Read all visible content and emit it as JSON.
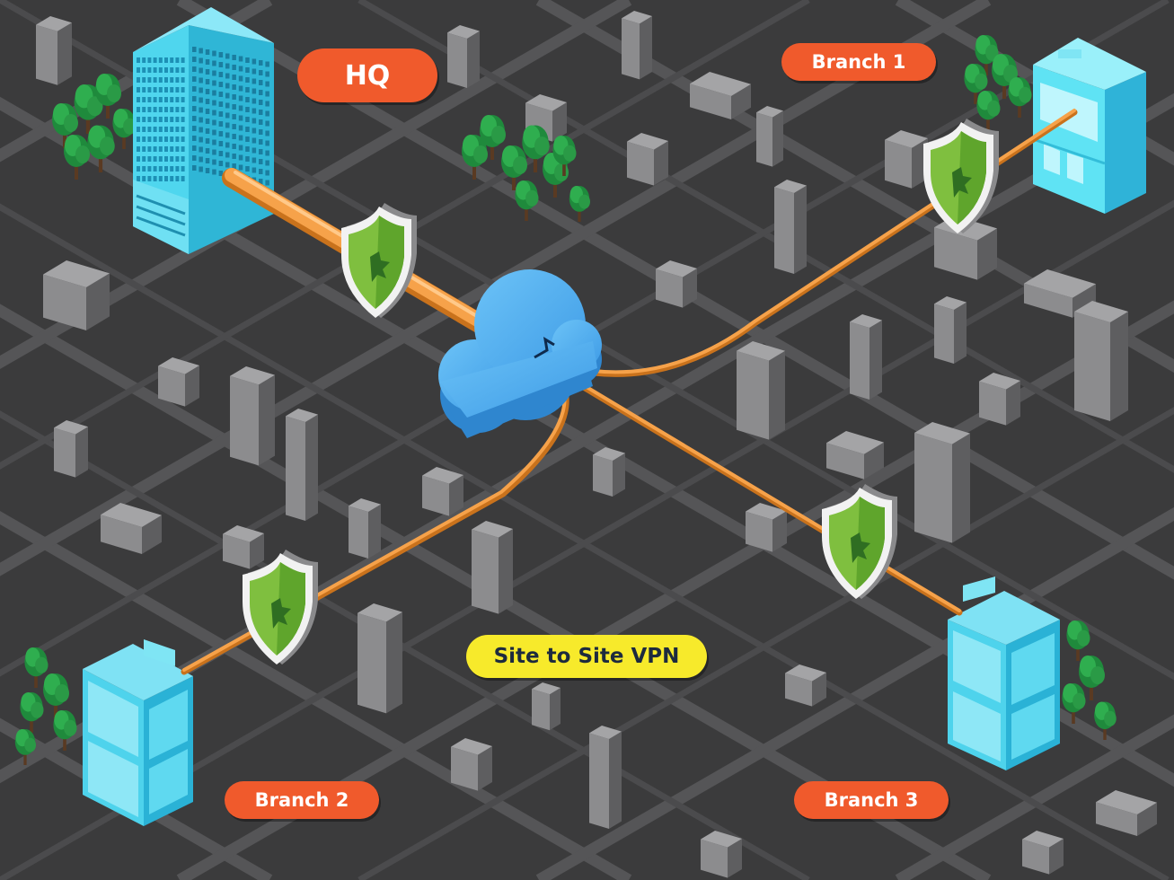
{
  "labels": {
    "hq": "HQ",
    "branch1": "Branch 1",
    "branch2": "Branch 2",
    "branch3": "Branch 3",
    "title": "Site to Site VPN"
  },
  "colors": {
    "background": "#3b3b3c",
    "road": "#555557",
    "label_orange": "#f05a2c",
    "label_yellow": "#f7ea2b",
    "tunnel_orange": "#f6a24a",
    "shield_green": "#7fbf3f",
    "cloud_blue": "#4aaaf0",
    "building_cyan": "#4fd6ee"
  },
  "icons": [
    "cloud-icon",
    "shield-icon",
    "building-icon",
    "tree-icon"
  ]
}
